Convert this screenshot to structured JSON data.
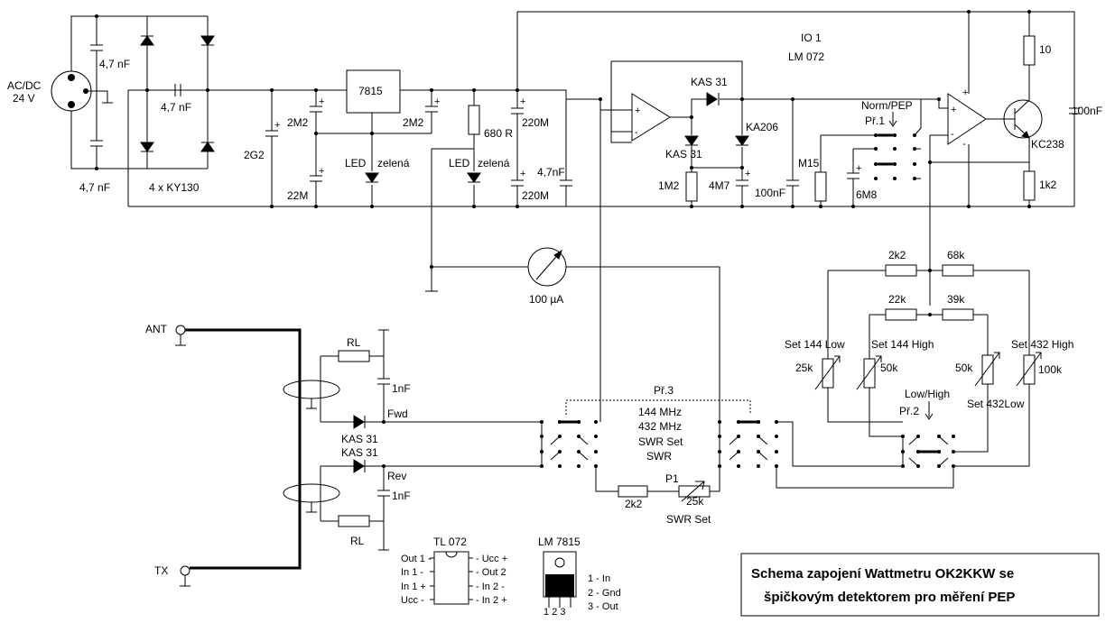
{
  "power": {
    "ac_dc_label": "AC/DC",
    "voltage_label": "24 V",
    "cap_4n7_top": "4,7 nF",
    "cap_4n7_bottom": "4,7 nF",
    "bridge_cap": "4,7 nF",
    "bridge_diodes": "4 x KY130",
    "cap_2g2": "2G2",
    "cap_2m2_left": "2M2",
    "cap_22m": "22M",
    "regulator": "7815",
    "led_label": "LED",
    "led_color": "zelená",
    "cap_2m2_right": "2M2",
    "res_680r": "680 R",
    "cap_220m_top": "220M",
    "cap_220m_bottom": "220M"
  },
  "amp": {
    "io_label": "IO 1",
    "io_part": "LM 072",
    "cap_4n7": "4,7nF",
    "diode_kas31": "KAS 31",
    "diode_ka206": "KA206",
    "res_1m2": "1M2",
    "cap_4m7": "4M7",
    "cap_100nf": "100nF",
    "res_m15": "M15",
    "cap_6m8": "6M8",
    "switch_norm_pep": "Norm/PEP",
    "switch_pr1": "Př.1",
    "transistor": "KC238",
    "res_10": "10",
    "res_1k2": "1k2",
    "cap_100nf_right": "100nF"
  },
  "meter": {
    "label": "100 µA"
  },
  "rf": {
    "ant_label": "ANT",
    "tx_label": "TX",
    "rl_label": "RL",
    "cap_1nf": "1nF",
    "fwd_label": "Fwd",
    "rev_label": "Rev"
  },
  "switch3": {
    "label": "Př.3",
    "opt1": "144 MHz",
    "opt2": "432 MHz",
    "opt3": "SWR Set",
    "opt4": "SWR",
    "res_2k2": "2k2",
    "p1_label": "P1",
    "p1_value": "25k",
    "swr_set": "SWR Set"
  },
  "cal": {
    "res_2k2": "2k2",
    "res_68k": "68k",
    "res_22k": "22k",
    "res_39k": "39k",
    "set_144_low": "Set 144 Low",
    "set_144_high": "Set 144 High",
    "set_432_high": "Set 432 High",
    "set_432_low": "Set 432Low",
    "val_25k": "25k",
    "val_50k": "50k",
    "val_100k": "100k",
    "low_high": "Low/High",
    "pr2": "Př.2"
  },
  "pinout": {
    "tl072_title": "TL 072",
    "tl_l1": "Out 1 -",
    "tl_l2": "In 1 -",
    "tl_l3": "In 1 +",
    "tl_l4": "Ucc -",
    "tl_r1": "- Ucc +",
    "tl_r2": "- Out 2",
    "tl_r3": "- In 2 -",
    "tl_r4": "- In 2 +",
    "lm_title": "LM 7815",
    "lm_pins": "1 2 3",
    "lm_p1": "1 - In",
    "lm_p2": "2 - Gnd",
    "lm_p3": "3 - Out"
  },
  "title": {
    "line1": "Schema zapojení Wattmetru OK2KKW se",
    "line2": "špičkovým detektorem pro měření PEP"
  }
}
